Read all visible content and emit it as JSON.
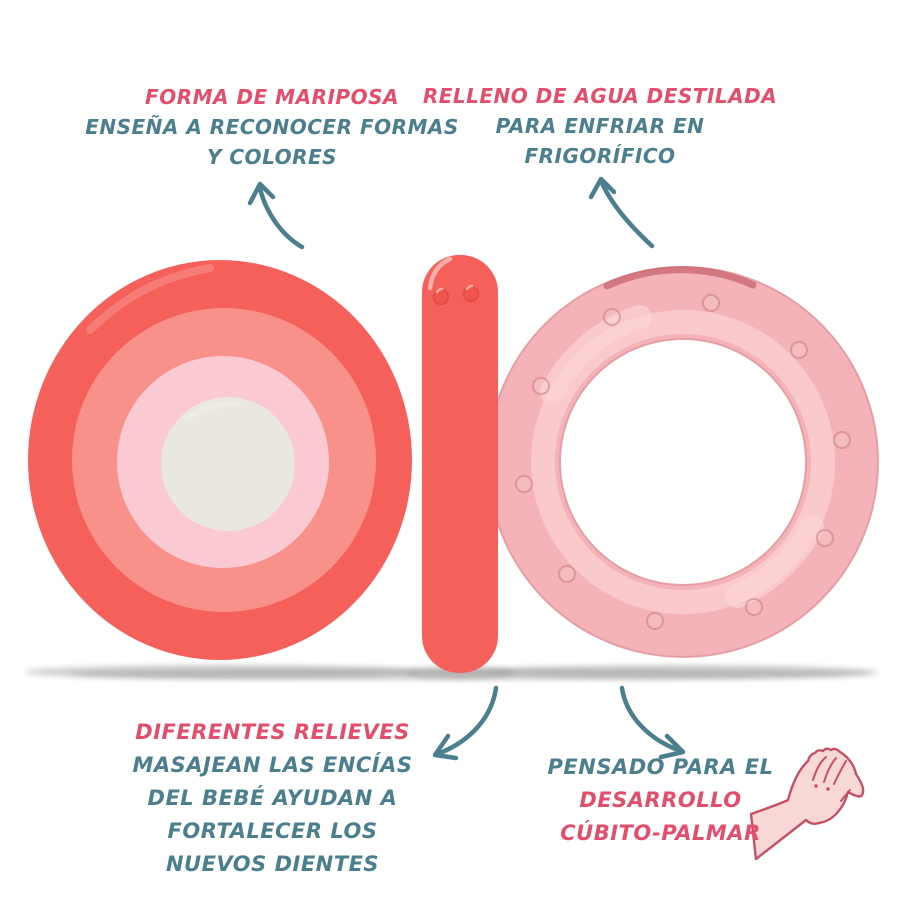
{
  "colors": {
    "accent_red": "#e14f6d",
    "teal": "#4c7f8d",
    "coral": "#f6605a",
    "salmon": "#f7918a",
    "pale_pink": "#fbc9d1",
    "center_grey": "#eae8de",
    "ring_pink": "#f4b3b8",
    "ring_highlight": "#fbd7d9",
    "hand_fill": "#f8d8d7",
    "hand_outline": "#c45165",
    "shadow_grey": "#8e8e8c",
    "background": "#ffffff"
  },
  "annotations": {
    "top_left": {
      "lines": [
        {
          "text": "FORMA DE MARIPOSA",
          "color": "red"
        },
        {
          "text": "ENSEÑA A RECONOCER FORMAS",
          "color": "teal"
        },
        {
          "text": "Y COLORES",
          "color": "teal"
        }
      ]
    },
    "top_right": {
      "lines": [
        {
          "text": "RELLENO DE AGUA DESTILADA",
          "color": "red"
        },
        {
          "text": "PARA ENFRIAR EN",
          "color": "teal"
        },
        {
          "text": "FRIGORÍFICO",
          "color": "teal"
        }
      ]
    },
    "bottom_left": {
      "lines": [
        {
          "text": "DIFERENTES RELIEVES",
          "color": "red"
        },
        {
          "text": "MASAJEAN LAS ENCÍAS",
          "color": "teal"
        },
        {
          "text": "DEL BEBÉ AYUDAN A",
          "color": "teal"
        },
        {
          "text": "FORTALECER LOS",
          "color": "teal"
        },
        {
          "text": "NUEVOS DIENTES",
          "color": "teal"
        }
      ]
    },
    "bottom_right": {
      "lines": [
        {
          "text": "PENSADO PARA EL",
          "color": "teal"
        },
        {
          "text": "DESARROLLO",
          "color": "red"
        },
        {
          "text": "CÚBITO-PALMAR",
          "color": "red"
        }
      ]
    }
  },
  "icons": {
    "arrow_top_left": "curved-arrow-icon",
    "arrow_top_right": "curved-arrow-icon",
    "arrow_bottom_left": "curved-arrow-icon",
    "arrow_bottom_right": "curved-arrow-icon",
    "hand": "baby-hand-illustration"
  },
  "product": {
    "depicted": "butterfly-shaped baby teether",
    "left_part": "solid disc of concentric colored circles",
    "center_part": "coral stem with two relief nubs",
    "right_part": "translucent pink water-filled ring with relief dots"
  }
}
